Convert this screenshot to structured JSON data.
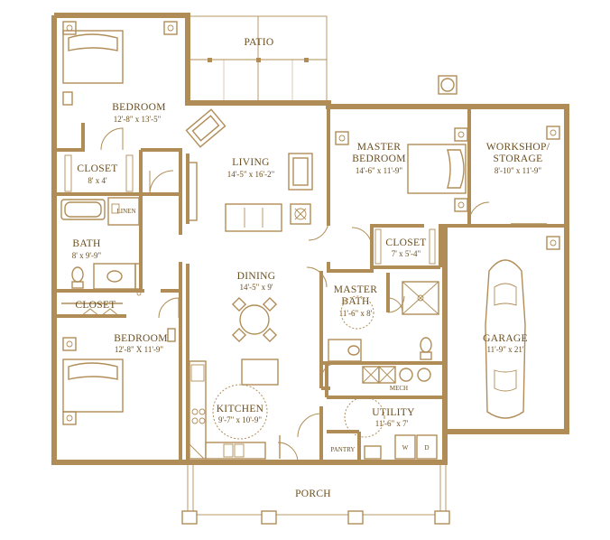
{
  "rooms": {
    "patio": {
      "name": "PATIO"
    },
    "bedroom1": {
      "name": "BEDROOM",
      "dims": "12'-8\" x 13'-5\""
    },
    "closet1": {
      "name": "CLOSET",
      "dims": "8' x 4'"
    },
    "linen": {
      "name": "LINEN"
    },
    "bath": {
      "name": "BATH",
      "dims": "8' x 9'-9\""
    },
    "closet2": {
      "name": "CLOSET"
    },
    "bedroom2": {
      "name": "BEDROOM",
      "dims": "12'-8\" X 11'-9\""
    },
    "living": {
      "name": "LIVING",
      "dims": "14'-5\" x 16'-2\""
    },
    "dining": {
      "name": "DINING",
      "dims": "14'-5\" x 9'"
    },
    "kitchen": {
      "name": "KITCHEN",
      "dims": "9'-7\" x 10'-9\""
    },
    "master_bedroom": {
      "name_line1": "MASTER",
      "name_line2": "BEDROOM",
      "dims": "14'-6\" x 11'-9\""
    },
    "closet3": {
      "name": "CLOSET",
      "dims": "7' x 5'-4\""
    },
    "master_bath": {
      "name_line1": "MASTER",
      "name_line2": "BATH",
      "dims": "11'-6\" x 8'"
    },
    "workshop": {
      "name_line1": "WORKSHOP/",
      "name_line2": "STORAGE",
      "dims": "8'-10\" x 11'-9\""
    },
    "garage": {
      "name": "GARAGE",
      "dims": "11'-9\" x 21'"
    },
    "mech": {
      "name": "MECH"
    },
    "utility": {
      "name": "UTILITY",
      "dims": "11'-6\" x 7'"
    },
    "pantry": {
      "name": "PANTRY"
    },
    "washer": {
      "label": "W"
    },
    "dryer": {
      "label": "D"
    },
    "porch": {
      "name": "PORCH"
    }
  },
  "colors": {
    "wall": "#b08d57",
    "text": "#6b4e1e",
    "background": "#ffffff"
  }
}
